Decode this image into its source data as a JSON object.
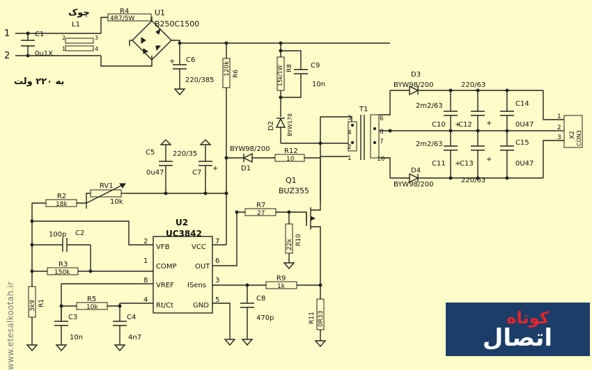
{
  "annotations": {
    "choke": "چوک",
    "mains": "به ۲۲۰ ولت",
    "watermark": "www.etesalkootah.ir"
  },
  "logo": {
    "main": "اتصال",
    "accent": "کوتاه",
    "bg": "#1c3d68",
    "accent_color": "#e0262e"
  },
  "colors": {
    "background": "#fefcc8",
    "wire": "#222222"
  },
  "input": {
    "pin1": "1",
    "pin2": "2"
  },
  "components": {
    "C1": {
      "ref": "C1",
      "value": "0u1X"
    },
    "L1": {
      "ref": "L1",
      "p1": "1",
      "p2": "2",
      "p3": "3",
      "p4": "4"
    },
    "R4": {
      "ref": "R4",
      "value": "4R7/5W"
    },
    "U1": {
      "ref": "U1",
      "value": "B250C1500"
    },
    "C6": {
      "ref": "C6",
      "value": "220/385"
    },
    "R6": {
      "ref": "R6",
      "value": "120k"
    },
    "R8": {
      "ref": "R8",
      "value": "15k/1W"
    },
    "C9": {
      "ref": "C9",
      "value": "10n"
    },
    "D2": {
      "ref": "D2",
      "value": "BYW178"
    },
    "T1": {
      "ref": "T1",
      "p1": "1",
      "p2": "2",
      "p3": "3",
      "p4": "4",
      "p6": "6",
      "p7": "7",
      "p8": "8",
      "p10": "10"
    },
    "D3": {
      "ref": "D3",
      "value": "BYW98/200"
    },
    "D4": {
      "ref": "D4",
      "value": "BYW98/200"
    },
    "C10": {
      "ref": "C10",
      "value": "2m2/63"
    },
    "C11": {
      "ref": "C11",
      "value": "2m2/63"
    },
    "C12": {
      "ref": "C12"
    },
    "C13": {
      "ref": "C13"
    },
    "C14": {
      "ref": "C14",
      "value": "0U47"
    },
    "C15": {
      "ref": "C15",
      "value": "0U47"
    },
    "cap_top": {
      "value": "220/63"
    },
    "cap_bot": {
      "value": "220/63"
    },
    "X2": {
      "ref": "X2",
      "label": "CON3",
      "p1": "1",
      "p2": "2",
      "p3": "3"
    },
    "C5": {
      "ref": "C5",
      "value": "0u47"
    },
    "C7": {
      "ref": "C7",
      "value": "220/35"
    },
    "D1": {
      "ref": "D1",
      "value": "BYW98/200"
    },
    "R12": {
      "ref": "R12",
      "value": "10"
    },
    "Q1": {
      "ref": "Q1",
      "value": "BUZ355"
    },
    "RV1": {
      "ref": "RV1",
      "value": "10k"
    },
    "R2": {
      "ref": "R2",
      "value": "18k"
    },
    "R7": {
      "ref": "R7",
      "value": "27"
    },
    "R10": {
      "ref": "R10",
      "value": "22k"
    },
    "C2": {
      "ref": "C2",
      "value": "100p"
    },
    "R3": {
      "ref": "R3",
      "value": "150k"
    },
    "R9": {
      "ref": "R9",
      "value": "1k"
    },
    "R1": {
      "ref": "R1",
      "value": "3k9"
    },
    "R5": {
      "ref": "R5",
      "value": "10k"
    },
    "C3": {
      "ref": "C3",
      "value": "10n"
    },
    "C4": {
      "ref": "C4",
      "value": "4n7"
    },
    "C8": {
      "ref": "C8",
      "value": "470p"
    },
    "R11": {
      "ref": "R11",
      "value": "0R33"
    }
  },
  "U2": {
    "ref": "U2",
    "part": "UC3842",
    "pins": [
      {
        "num": "2",
        "name": "VFB"
      },
      {
        "num": "1",
        "name": "COMP"
      },
      {
        "num": "8",
        "name": "VREF"
      },
      {
        "num": "4",
        "name": "Rt/Ct"
      },
      {
        "num": "7",
        "name": "VCC"
      },
      {
        "num": "6",
        "name": "OUT"
      },
      {
        "num": "3",
        "name": "ISens"
      },
      {
        "num": "5",
        "name": "GND"
      }
    ]
  }
}
